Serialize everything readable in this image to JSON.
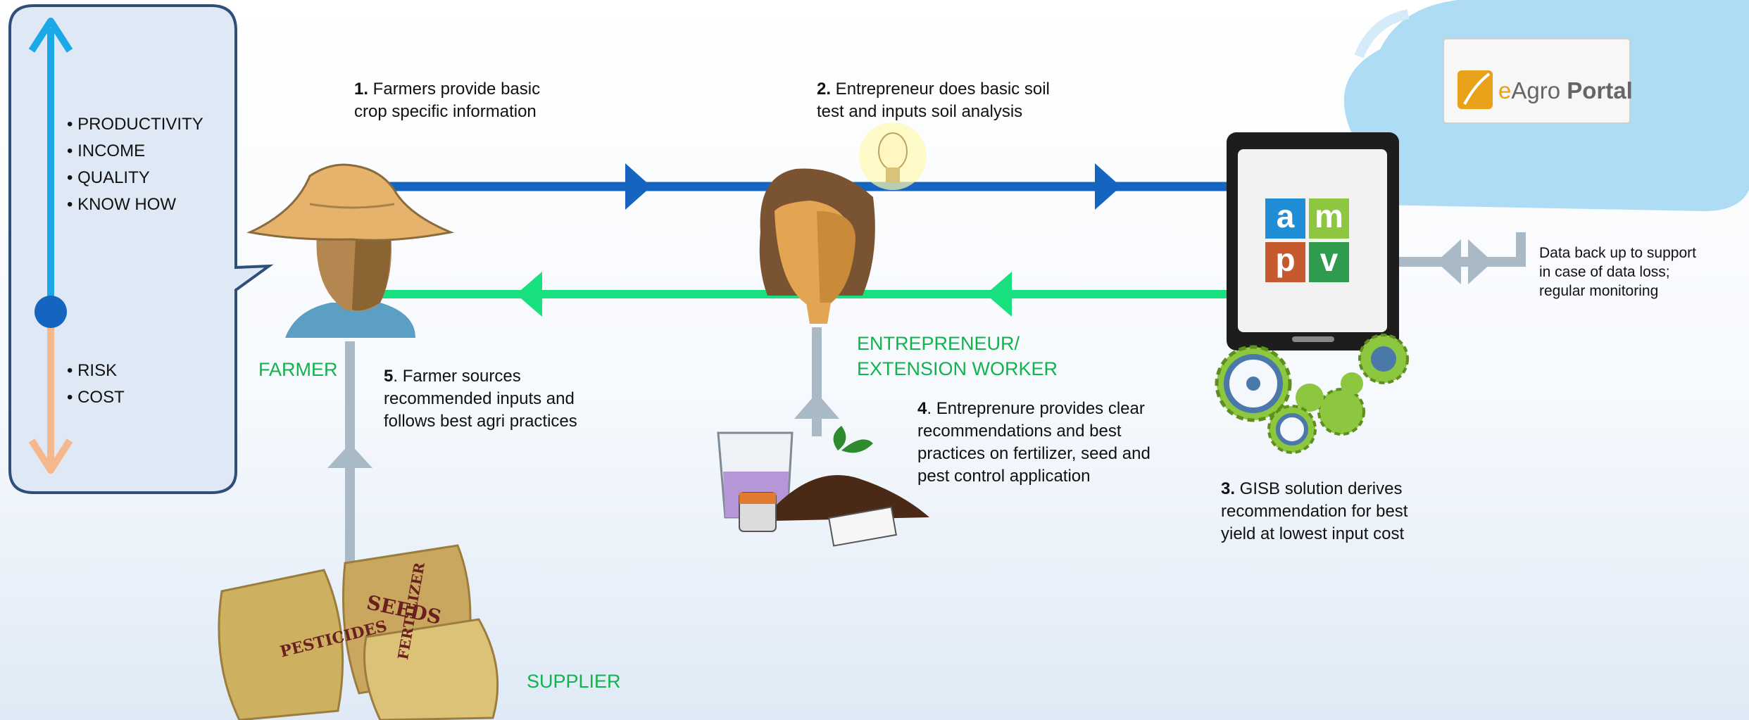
{
  "scale_panel": {
    "up_items": [
      "PRODUCTIVITY",
      "INCOME",
      "QUALITY",
      "KNOW HOW"
    ],
    "down_items": [
      "RISK",
      "COST"
    ]
  },
  "steps": {
    "step1": {
      "num": "1.",
      "line1": " Farmers provide basic",
      "line2": "crop specific information"
    },
    "step2": {
      "num": "2.",
      "line1": " Entrepreneur does basic soil",
      "line2": "test and inputs soil analysis"
    },
    "step3": {
      "num": "3.",
      "line1": " GISB solution derives",
      "line2": "recommendation for best",
      "line3": "yield at lowest input cost"
    },
    "step4": {
      "num": "4",
      "line1": ". Entreprenure provides clear",
      "line2": "recommendations and best",
      "line3": "practices on fertilizer, seed and",
      "line4": "pest control application"
    },
    "step5": {
      "num": "5",
      "line1": ". Farmer sources",
      "line2": "recommended inputs and",
      "line3": "follows best agri practices"
    }
  },
  "roles": {
    "farmer": "FARMER",
    "entrepreneur_line1": "ENTREPRENEUR/",
    "entrepreneur_line2": "EXTENSION WORKER",
    "supplier": "SUPPLIER"
  },
  "backup_note": {
    "line1": "Data back up to support",
    "line2": "in case of data loss;",
    "line3": "regular monitoring"
  },
  "portal": {
    "e": "e",
    "agro": "Agro ",
    "portal": "Portal"
  },
  "app_logo": {
    "a": "a",
    "m": "m",
    "p": "p",
    "v": "v"
  },
  "bags": {
    "pesticides": "PESTICIDES",
    "seeds": "SEEDS",
    "fertilizer": "FERTILIZER"
  },
  "colors": {
    "forward_flow": "#1565c0",
    "return_flow": "#19e07f",
    "supply_flow": "#a9bac6",
    "up_arrow": "#1aa8e8",
    "down_arrow": "#f7b78c",
    "role_text": "#12b24f",
    "cloud": "#aedcf4"
  }
}
